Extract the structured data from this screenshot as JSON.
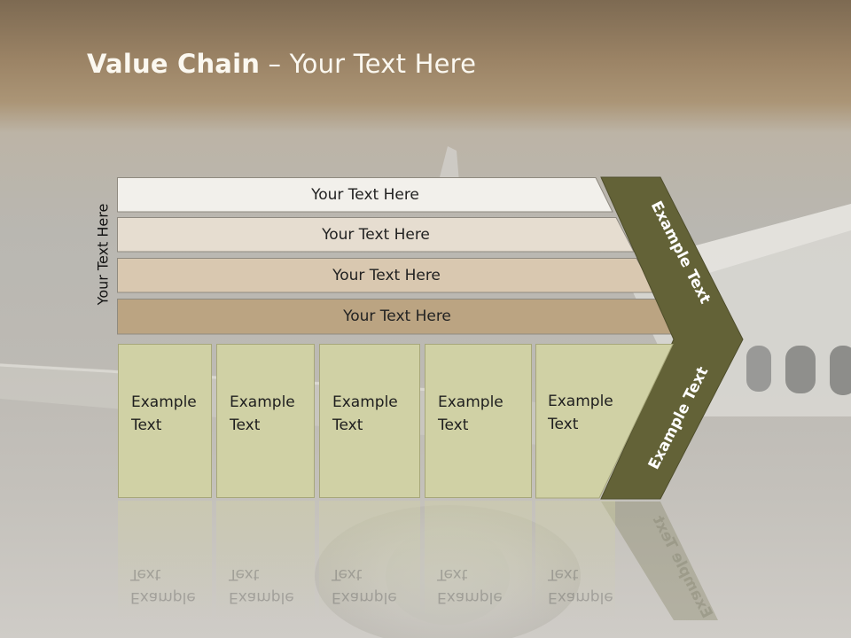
{
  "slide": {
    "title_bold": "Value Chain",
    "title_rest": " – Your Text Here",
    "side_label": "Your Text Here"
  },
  "rows": [
    {
      "label": "Your Text Here",
      "color": "#f2f0eb"
    },
    {
      "label": "Your Text Here",
      "color": "#e6ddd0"
    },
    {
      "label": "Your Text Here",
      "color": "#d9c8b0"
    },
    {
      "label": "Your Text Here",
      "color": "#bba482"
    }
  ],
  "cells": [
    {
      "line1": "Example",
      "line2": "Text"
    },
    {
      "line1": "Example",
      "line2": "Text"
    },
    {
      "line1": "Example",
      "line2": "Text"
    },
    {
      "line1": "Example",
      "line2": "Text"
    },
    {
      "line1": "Example",
      "line2": "Text"
    }
  ],
  "chevron": {
    "upper_label": "Example Text",
    "lower_label": "Example Text",
    "color": "#636237"
  }
}
